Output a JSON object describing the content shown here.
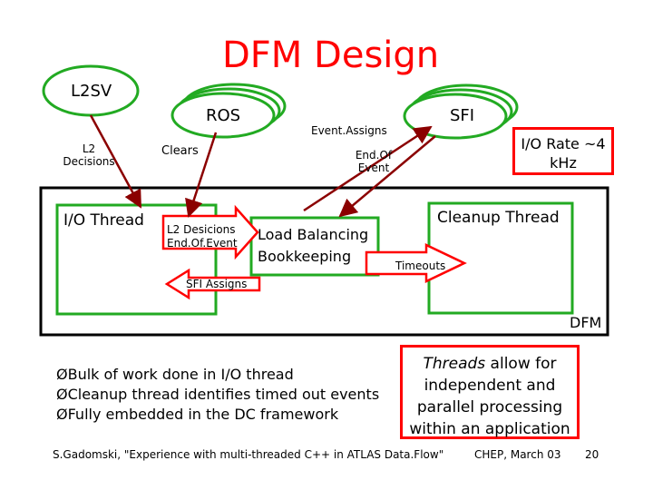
{
  "title": "DFM Design",
  "nodes": {
    "l2sv": "L2SV",
    "ros": "ROS",
    "sfi": "SFI",
    "l2_decisions": [
      "L2",
      "Decisions"
    ],
    "clears": "Clears",
    "event_assigns": "Event.Assigns",
    "end_of_event": [
      "End.Of",
      "Event"
    ],
    "io_rate": [
      "I/O Rate ~4",
      "kHz"
    ],
    "io_thread": "I/O Thread",
    "cleanup_thread": "Cleanup Thread",
    "l2_desicions_arrow": [
      "L2 Desicions",
      "End.Of.Event"
    ],
    "load_balancing": [
      "Load Balancing",
      "Bookkeeping"
    ],
    "timeouts": "Timeouts",
    "sfi_assigns": "SFI Assigns",
    "dfm": "DFM"
  },
  "bullets": [
    "ØBulk of work done in I/O thread",
    "ØCleanup thread identifies timed out events",
    "ØFully embedded in the DC framework"
  ],
  "threads_note": {
    "emph": "Threads",
    "rest": " allow for",
    "lines": [
      "independent and",
      "parallel processing",
      "within an application"
    ]
  },
  "footer": {
    "citation": "S.Gadomski, \"Experience with multi-threaded C++ in ATLAS Data.Flow\"",
    "event": "CHEP, March 03",
    "page": "20"
  },
  "colors": {
    "title": "#ff0000",
    "ellipse": "#22aa22",
    "thread_box": "#22aa22",
    "note_border": "#ff0000",
    "arrow": "#8b0000"
  }
}
